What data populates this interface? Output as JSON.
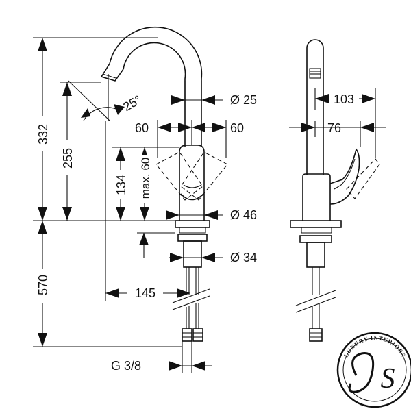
{
  "front_view": {
    "dimensions": {
      "overall_height": "332",
      "spout_height": "255",
      "body_height": "134",
      "lever_height": "max. 60",
      "spout_angle": "25°",
      "spout_diameter": "Ø 25",
      "lever_left": "60",
      "lever_right": "60",
      "base_diameter": "Ø 46",
      "shank_diameter": "Ø 34",
      "below_counter": "570",
      "reach": "145",
      "thread": "G 3/8"
    }
  },
  "side_view": {
    "dimensions": {
      "projection": "103",
      "lever_offset": "76"
    }
  },
  "logo": {
    "text": "LUXURY INTERIORS",
    "monogram": "S",
    "accent_color": "#111111"
  }
}
